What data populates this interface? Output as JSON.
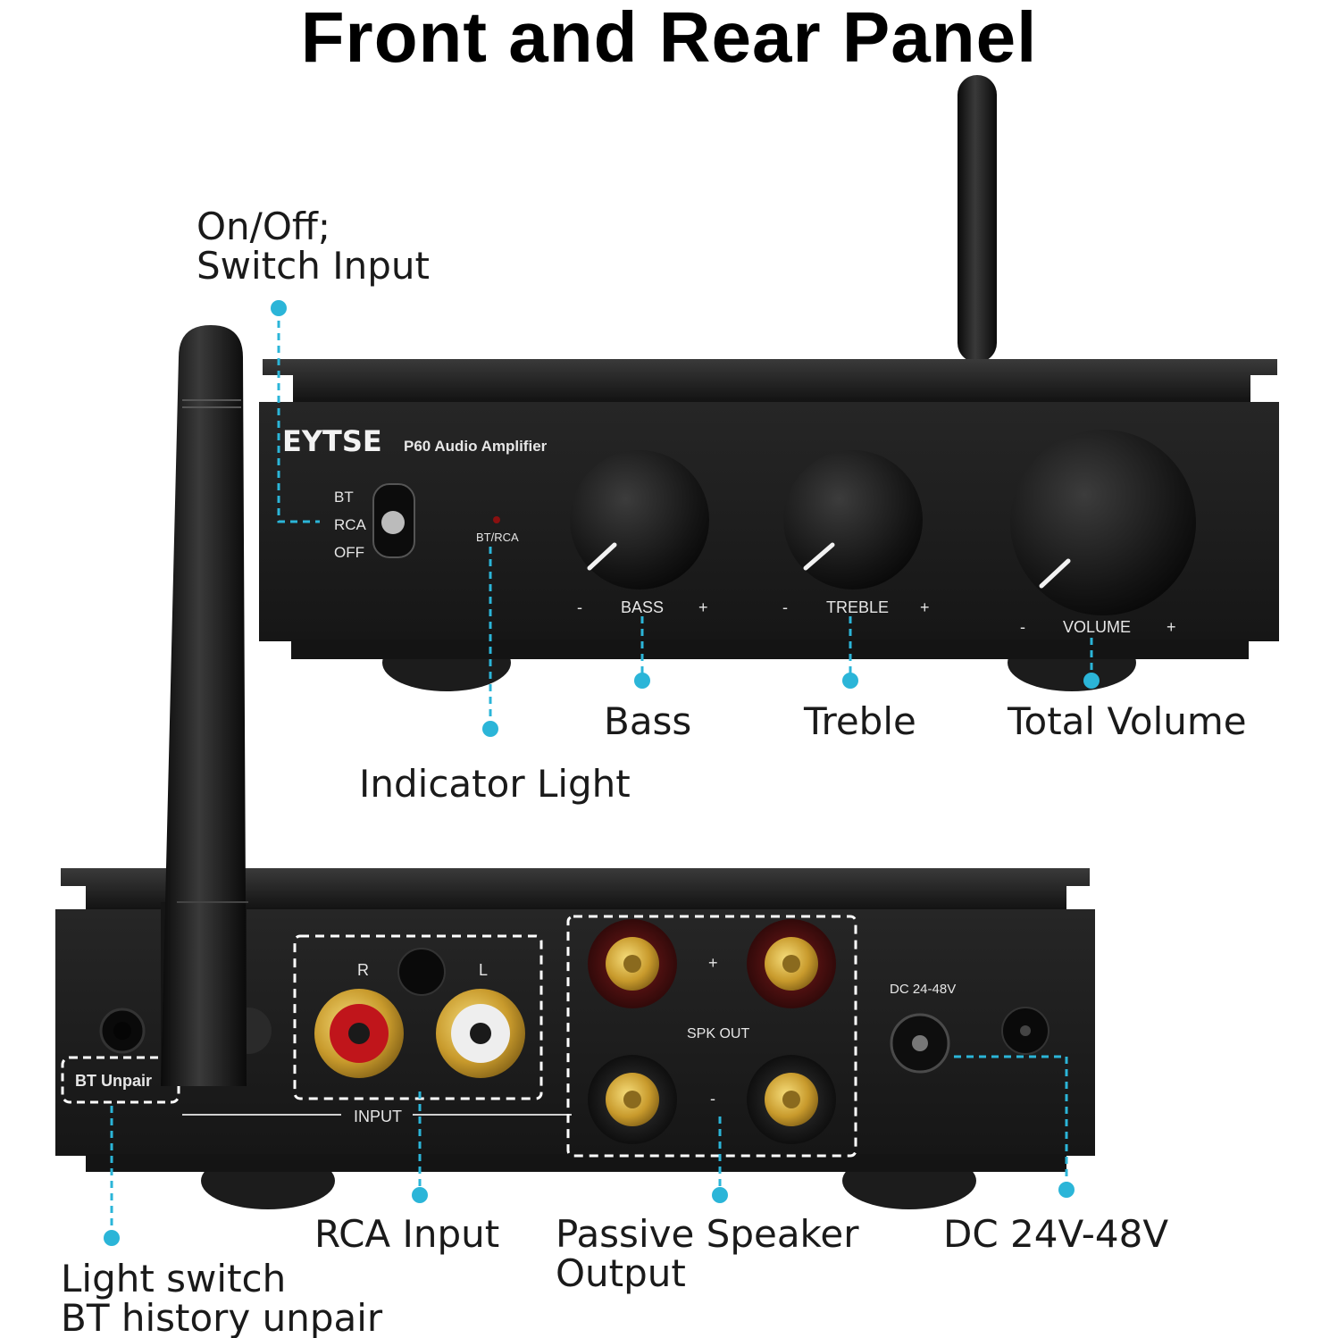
{
  "title": "Front and Rear Panel",
  "front_panel": {
    "brand": "EYTSE",
    "model": "P60 Audio Amplifier",
    "switch_positions": [
      "BT",
      "RCA",
      "OFF"
    ],
    "indicator_label": "BT/RCA",
    "knobs": [
      {
        "label": "BASS",
        "minus": "-",
        "plus": "+"
      },
      {
        "label": "TREBLE",
        "minus": "-",
        "plus": "+"
      },
      {
        "label": "VOLUME",
        "minus": "-",
        "plus": "+"
      }
    ]
  },
  "rear_panel": {
    "bt_unpair": "BT Unpair",
    "rca_right": "R",
    "rca_left": "L",
    "input_label": "INPUT",
    "spk_plus": "+",
    "spk_minus": "-",
    "spk_label": "SPK OUT",
    "dc_label": "DC 24-48V"
  },
  "callouts": {
    "switch": [
      "On/Off;",
      "Switch Input"
    ],
    "bass": "Bass",
    "treble": "Treble",
    "volume": "Total Volume",
    "indicator": "Indicator Light",
    "rca": "RCA Input",
    "speaker": [
      "Passive Speaker",
      "Output"
    ],
    "dc": "DC 24V-48V",
    "light_switch": [
      "Light switch",
      "BT history unpair"
    ]
  },
  "colors": {
    "callout_line": "#2bb5d8",
    "device_body": "#1b1b1b",
    "rca_red": "#c0151b",
    "rca_gold": "#d4a52b"
  }
}
